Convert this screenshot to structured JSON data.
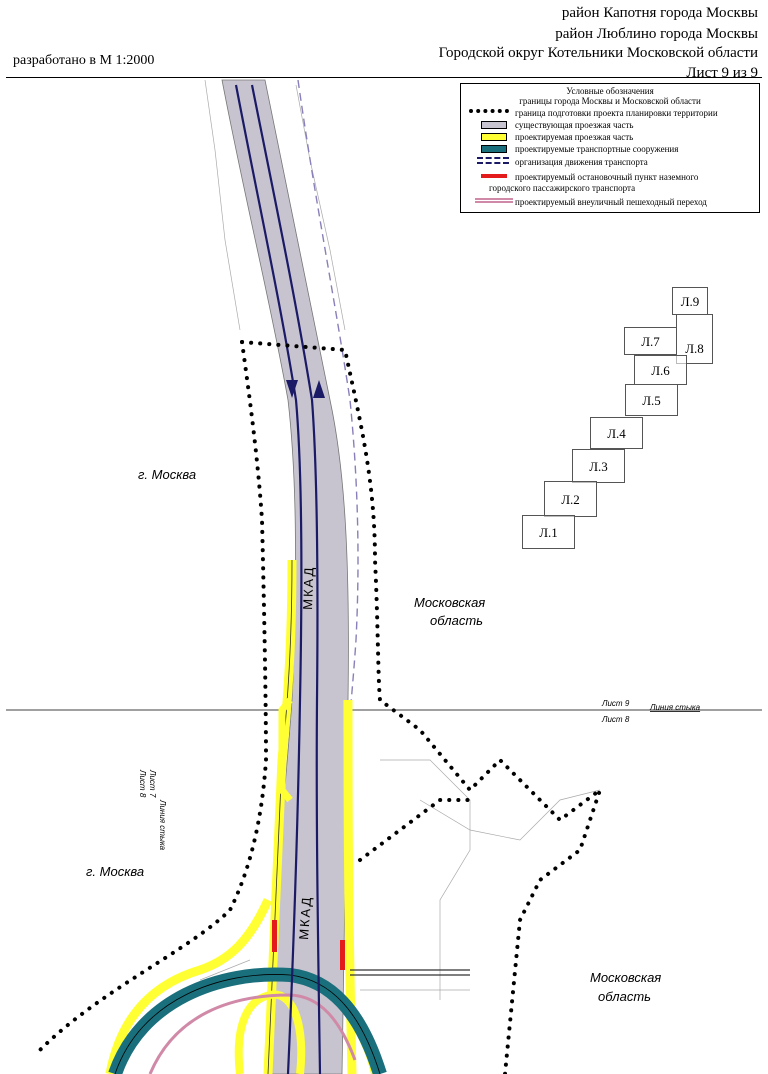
{
  "header": {
    "line1": "район Капотня города Москвы",
    "line2": "район Люблино города Москвы",
    "line3": "Городской округ Котельники Московской области",
    "line4": "Лист 9 из 9",
    "scale": "разработано в М 1:2000"
  },
  "legend": {
    "title1": "Условные обозначения",
    "title2": "границы города Москвы и Московской области",
    "items": [
      {
        "label": "граница подготовки проекта планировки территории",
        "icon": "dotted-boundary-icon"
      },
      {
        "label": "существующая проезжая часть",
        "color": "#c8c4cf"
      },
      {
        "label": "проектируемая проезжая часть",
        "color": "#ffff33"
      },
      {
        "label": "проектируемые транспортные сооружения",
        "color": "#1a6f7c"
      },
      {
        "label": "организация движения транспорта",
        "icon": "traffic-direction-icon"
      },
      {
        "label": "проектируемый остановочный пункт наземного",
        "label2": "городского пассажирского транспорта",
        "color": "#e31b1b"
      },
      {
        "label": "проектируемый внеуличный пешеходный переход",
        "color": "#d08aa8"
      }
    ]
  },
  "sheets": [
    "Л.9",
    "Л.8",
    "Л.7",
    "Л.6",
    "Л.5",
    "Л.4",
    "Л.3",
    "Л.2",
    "Л.1"
  ],
  "labels": {
    "moscow_top": "г. Москва",
    "moscow_bottom": "г. Москва",
    "oblast_top_1": "Московская",
    "oblast_top_2": "область",
    "oblast_bottom_1": "Московская",
    "oblast_bottom_2": "область",
    "mkad_top": "МКАД",
    "mkad_bottom": "МКАД",
    "sheet9": "Лист 9",
    "sheet8": "Лист 8",
    "join_line_right": "Линия стыка",
    "sheet8_left": "Лист 8",
    "sheet7_left": "Лист 7",
    "join_line_left": "Линия стыка"
  }
}
